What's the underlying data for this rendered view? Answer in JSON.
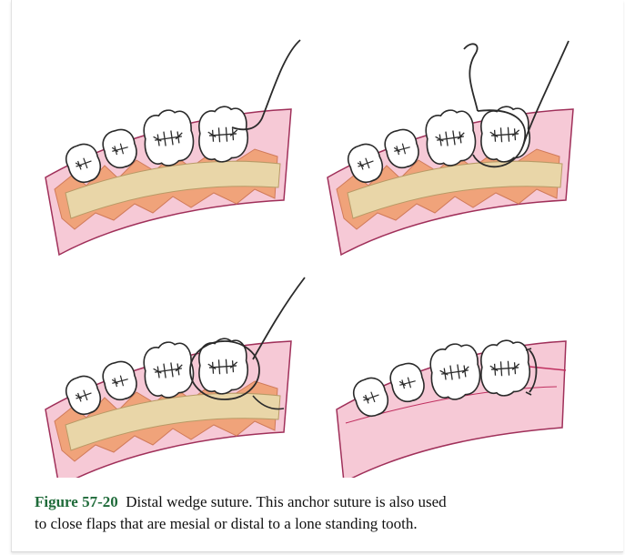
{
  "figure": {
    "label": "Figure 57-20",
    "caption_line_1": "Distal wedge suture. This anchor suture is also used",
    "caption_line_2": "to close flaps that are mesial or distal to a lone standing tooth."
  },
  "colors": {
    "gum_pink": "#f6c9d6",
    "gum_outline": "#a0305a",
    "flap_orange": "#f0a37a",
    "bone_tan": "#e9d6a8",
    "tooth": "#ffffff",
    "suture": "#2a2a2a",
    "caption_label": "#1f6b3a"
  },
  "panels": [
    {
      "stage": "suture-needle-introduced"
    },
    {
      "stage": "suture-looped-around-tooth"
    },
    {
      "stage": "anchor-loop-formed"
    },
    {
      "stage": "flaps-closed-and-tied"
    }
  ]
}
